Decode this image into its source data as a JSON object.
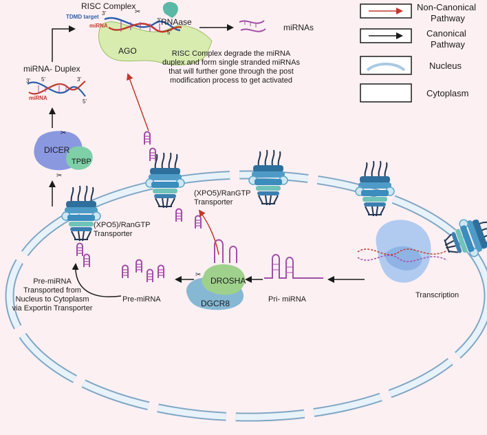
{
  "legend": {
    "items": [
      {
        "label_line1": "Non-Canonical",
        "label_line2": "Pathway",
        "color": "#c0392b",
        "kind": "red-arrow"
      },
      {
        "label_line1": "Canonical",
        "label_line2": "Pathway",
        "color": "#1a1a1a",
        "kind": "black-arrow"
      },
      {
        "label_line1": "Nucleus",
        "label_line2": "",
        "color": "#a9c9e3",
        "kind": "nucleus"
      },
      {
        "label_line1": "Cytoplasm",
        "label_line2": "",
        "color": "#1a1a1a",
        "kind": "cytoplasm"
      }
    ]
  },
  "risc": {
    "title": "RISC Complex",
    "tdmd": "TDMD target",
    "mirna": "miRNA",
    "ago": "AGO",
    "rnaase": "RNAase",
    "end3": "3'",
    "end5": "5'",
    "output": "miRNAs",
    "description": [
      "RISC Complex degrade the miRNA",
      "duplex and form single stranded miRNAs",
      "that will further gone through the post",
      "modification process to get activated"
    ]
  },
  "duplex": {
    "label": "miRNA- Duplex",
    "mirna": "miRNA",
    "end3": "3'",
    "end5": "5'"
  },
  "dicer": {
    "label": "DICER",
    "partner": "TPBP"
  },
  "transporters": {
    "left": [
      "(XPO5)/RanGTP",
      "Transporter"
    ],
    "middle": [
      "(XPO5)/RanGTP",
      "Transporter"
    ]
  },
  "steps": {
    "pre_mirna": "Pre-miRNA",
    "pri_mirna": "Pri- miRNA",
    "transcription": "Transcription",
    "drosha": "DROSHA",
    "dgcr8": "DGCR8",
    "transport_note": [
      "Pre-miRNA",
      "Transported from",
      "Nucleus to Cytoplasm",
      "via Exportin Transporter"
    ]
  },
  "colors": {
    "background": "#fdf0f3",
    "membrane": "#a9c9e3",
    "pore": "#2f6f9c",
    "rna": "#a24da6",
    "ago": "#d9ecb0",
    "dicer": "#8a98e0",
    "drosha": "#9fd18d",
    "dgcr8": "#86b8d4",
    "red_arrow": "#c0392b"
  }
}
